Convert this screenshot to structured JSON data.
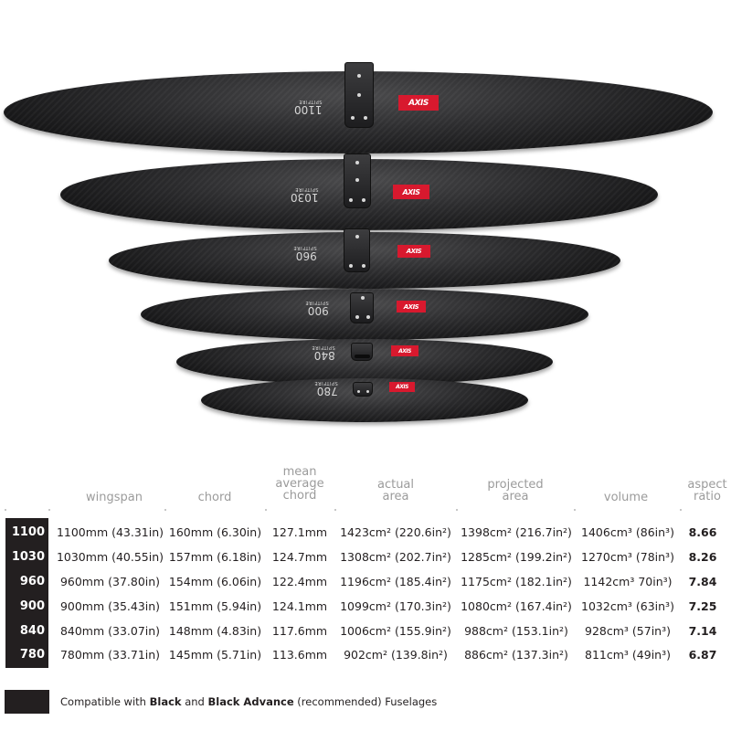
{
  "wings": [
    {
      "size": "1100",
      "model": "SPITFIRE",
      "brand": "AXIS"
    },
    {
      "size": "1030",
      "model": "SPITFIRE",
      "brand": "AXIS"
    },
    {
      "size": "960",
      "model": "SPITFIRE",
      "brand": "AXIS"
    },
    {
      "size": "900",
      "model": "SPITFIRE",
      "brand": "AXIS"
    },
    {
      "size": "840",
      "model": "SPITFIRE",
      "brand": "AXIS"
    },
    {
      "size": "780",
      "model": "SPITFIRE",
      "brand": "AXIS"
    }
  ],
  "table": {
    "headers": {
      "wingspan": [
        "wingspan"
      ],
      "chord": [
        "chord"
      ],
      "mac": [
        "mean",
        "average",
        "chord"
      ],
      "actual_area": [
        "actual",
        "area"
      ],
      "projected_area": [
        "projected",
        "area"
      ],
      "volume": [
        "volume"
      ],
      "aspect_ratio": [
        "aspect",
        "ratio"
      ]
    },
    "rows": [
      {
        "size": "1100",
        "wingspan": "1100mm (43.31in)",
        "chord": "160mm (6.30in)",
        "mac": "127.1mm",
        "actual_area": "1423cm² (220.6in²)",
        "projected_area": "1398cm² (216.7in²)",
        "volume": "1406cm³ (86in³)",
        "aspect_ratio": "8.66"
      },
      {
        "size": "1030",
        "wingspan": "1030mm (40.55in)",
        "chord": "157mm (6.18in)",
        "mac": "124.7mm",
        "actual_area": "1308cm² (202.7in²)",
        "projected_area": "1285cm² (199.2in²)",
        "volume": "1270cm³ (78in³)",
        "aspect_ratio": "8.26"
      },
      {
        "size": "960",
        "wingspan": "960mm (37.80in)",
        "chord": "154mm (6.06in)",
        "mac": "122.4mm",
        "actual_area": "1196cm² (185.4in²)",
        "projected_area": "1175cm² (182.1in²)",
        "volume": "1142cm³ 70in³)",
        "aspect_ratio": "7.84"
      },
      {
        "size": "900",
        "wingspan": "900mm (35.43in)",
        "chord": "151mm (5.94in)",
        "mac": "124.1mm",
        "actual_area": "1099cm² (170.3in²)",
        "projected_area": "1080cm² (167.4in²)",
        "volume": "1032cm³ (63in³)",
        "aspect_ratio": "7.25"
      },
      {
        "size": "840",
        "wingspan": "840mm (33.07in)",
        "chord": "148mm (4.83in)",
        "mac": "117.6mm",
        "actual_area": "1006cm² (155.9in²)",
        "projected_area": "988cm² (153.1in²)",
        "volume": "928cm³ (57in³)",
        "aspect_ratio": "7.14"
      },
      {
        "size": "780",
        "wingspan": "780mm (33.71in)",
        "chord": "145mm (5.71in)",
        "mac": "113.6mm",
        "actual_area": "902cm² (139.8in²)",
        "projected_area": "886cm² (137.3in²)",
        "volume": "811cm³ (49in³)",
        "aspect_ratio": "6.87"
      }
    ]
  },
  "footer": {
    "prefix": "Compatible with ",
    "bold1": "Black",
    "mid": " and ",
    "bold2": "Black Advance",
    "suffix": " (recommended) Fuselages"
  },
  "colors": {
    "size_column_bg": "#231f20",
    "header_text": "#9b9b9b",
    "logo_red": "#d8192e"
  }
}
